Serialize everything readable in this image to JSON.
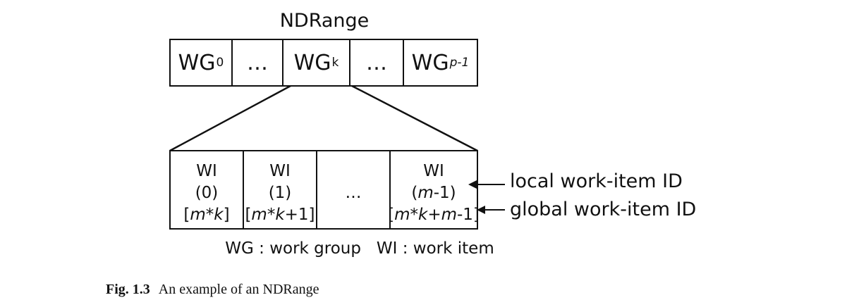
{
  "ndrange_label": "NDRange",
  "work_groups": {
    "wg0": {
      "base": "WG",
      "sub": "0"
    },
    "dots1": "…",
    "wgk": {
      "base": "WG",
      "sub": "k"
    },
    "dots2": "…",
    "wgp": {
      "base": "WG",
      "sub": "p-1"
    }
  },
  "work_items": {
    "wi0": {
      "name": "WI",
      "local_id": "(0)",
      "global_id": "[m*k]"
    },
    "wi1": {
      "name": "WI",
      "local_id": "(1)",
      "global_id_pre": "[",
      "global_id_m": "m",
      "global_id_mid": "*",
      "global_id_k": "k",
      "global_id_post": "+1]"
    },
    "dots": "…",
    "wim": {
      "name": "WI",
      "local_pre": "(",
      "local_m": "m",
      "local_post": "-1)",
      "global_pre": "[",
      "global_m": "m",
      "global_mid": "*",
      "global_k": "k",
      "global_plus": "+",
      "global_m2": "m",
      "global_post": "-1]"
    }
  },
  "arrow_labels": {
    "local": "local work-item ID",
    "global": "global work-item ID"
  },
  "legend": "WG : work group   WI : work item",
  "caption": {
    "label": "Fig. 1.3",
    "text": "An example of an NDRange"
  }
}
